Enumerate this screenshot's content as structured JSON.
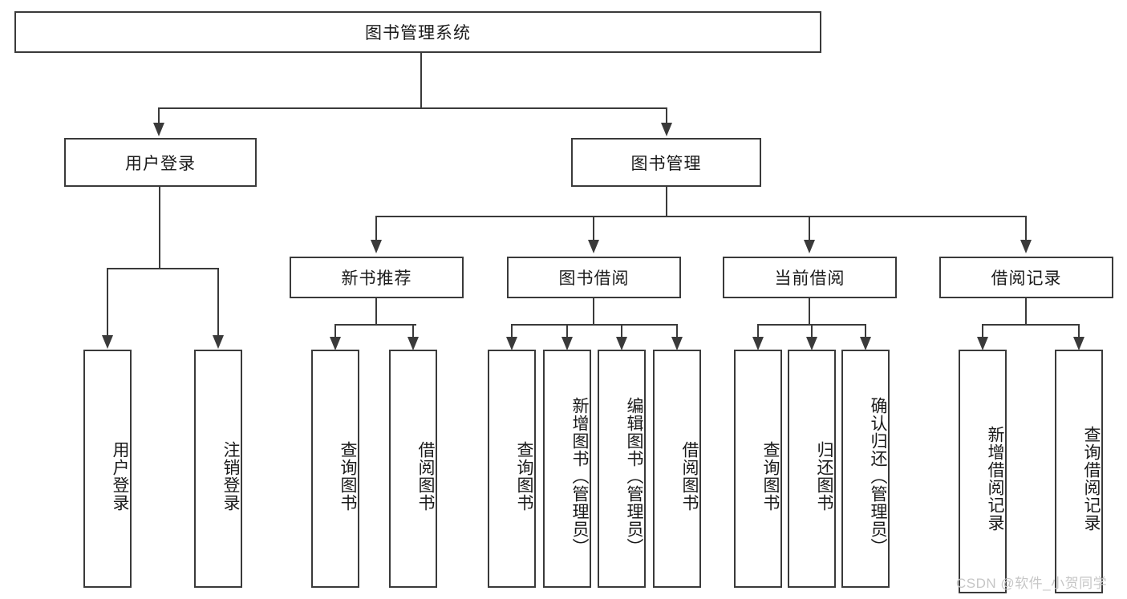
{
  "diagram": {
    "title": "图书管理系统",
    "type": "hierarchy-tree",
    "orientation": "top-down",
    "colors": {
      "box_border": "#3a3a3a",
      "box_fill": "#ffffff",
      "connector": "#3a3a3a",
      "text": "#1a1a1a",
      "background": "#ffffff",
      "watermark": "#c6c6c6"
    },
    "root": {
      "label": "图书管理系统"
    },
    "level2": [
      {
        "label": "用户登录"
      },
      {
        "label": "图书管理"
      }
    ],
    "level3": [
      {
        "label": "新书推荐"
      },
      {
        "label": "图书借阅"
      },
      {
        "label": "当前借阅"
      },
      {
        "label": "借阅记录"
      }
    ],
    "leaves": {
      "user_login": [
        {
          "label": "用户登录"
        },
        {
          "label": "注销登录"
        }
      ],
      "new_book_recommend": [
        {
          "label": "查询图书"
        },
        {
          "label": "借阅图书"
        }
      ],
      "book_borrow": [
        {
          "label": "查询图书"
        },
        {
          "label": "新增图书（管理员）"
        },
        {
          "label": "编辑图书（管理员）"
        },
        {
          "label": "借阅图书"
        }
      ],
      "current_borrow": [
        {
          "label": "查询图书"
        },
        {
          "label": "归还图书"
        },
        {
          "label": "确认归还（管理员）"
        }
      ],
      "borrow_record": [
        {
          "label": "新增借阅记录"
        },
        {
          "label": "查询借阅记录"
        }
      ]
    }
  },
  "watermark": {
    "text": "CSDN @软件_小贺同学"
  }
}
